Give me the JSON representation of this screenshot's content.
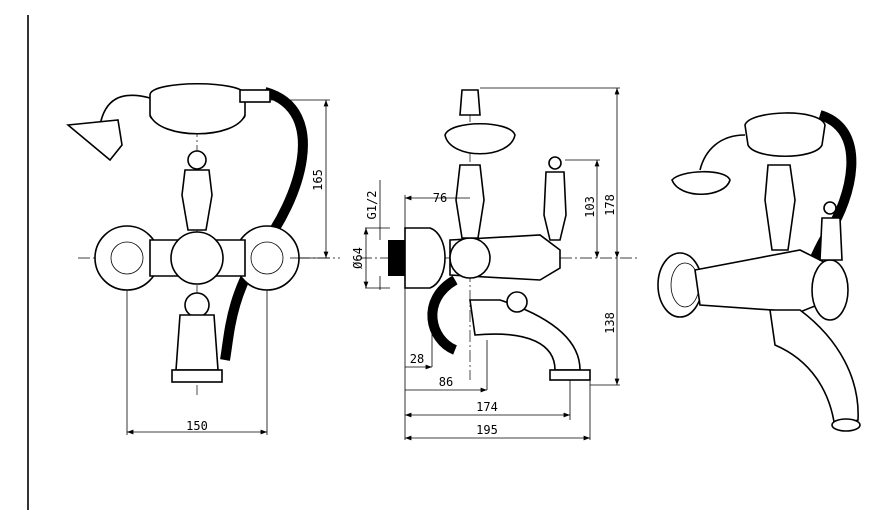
{
  "dimensions": {
    "front_width": "150",
    "front_height": "165",
    "wall_to_axis": "76",
    "thread": "G1/2",
    "rosette_diameter": "Ø64",
    "lever_height": "103",
    "total_height": "178",
    "spout_drop": "138",
    "spout_offset_small": "28",
    "spout_offset": "86",
    "spout_reach": "174",
    "total_depth": "195"
  }
}
